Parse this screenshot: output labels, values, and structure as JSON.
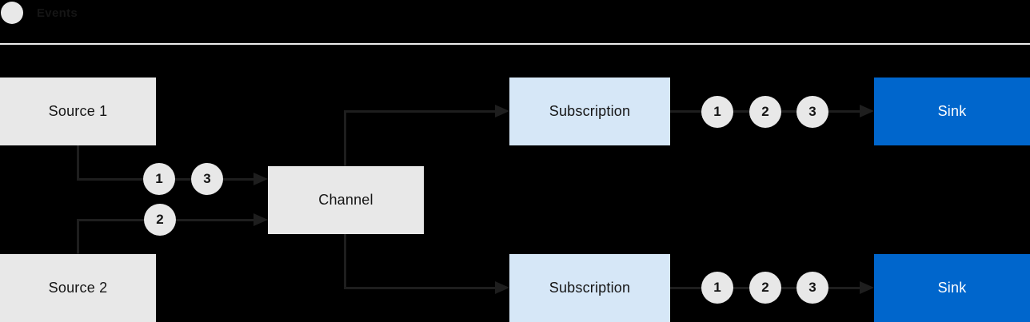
{
  "legend": {
    "label": "Events"
  },
  "nodes": {
    "source1": {
      "label": "Source 1"
    },
    "source2": {
      "label": "Source 2"
    },
    "channel": {
      "label": "Channel"
    },
    "subscription1": {
      "label": "Subscription"
    },
    "subscription2": {
      "label": "Subscription"
    },
    "sink1": {
      "label": "Sink"
    },
    "sink2": {
      "label": "Sink"
    }
  },
  "markers": {
    "source1_to_channel": [
      "1",
      "3"
    ],
    "source2_to_channel": [
      "2"
    ],
    "subscription1_to_sink": [
      "1",
      "2",
      "3"
    ],
    "subscription2_to_sink": [
      "1",
      "2",
      "3"
    ]
  },
  "colors": {
    "background": "#000000",
    "node_gray": "#e8e8e8",
    "subscription_blue": "#d6e7f7",
    "sink_blue": "#0066cc",
    "sink_text": "#ffffff",
    "connector": "#1e1e1e",
    "text": "#151515",
    "divider": "#ececec",
    "event_circle": "#e8e8e8"
  }
}
